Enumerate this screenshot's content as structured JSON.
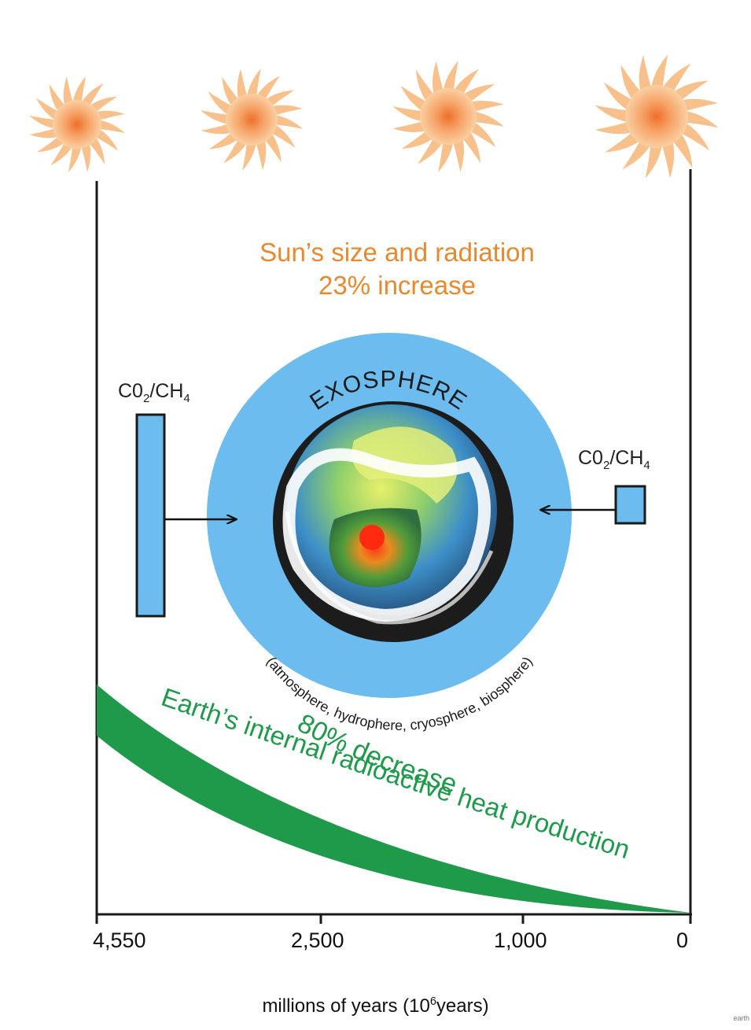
{
  "sun": {
    "caption_line1": "Sun’s size and radiation",
    "caption_line2": "23% increase",
    "color": "#e9892f"
  },
  "exosphere": {
    "title": "EXOSPHERE",
    "subtitle": "(atmosphere, hydrophere, cryosphere, biosphere)",
    "color": "#6cbcef"
  },
  "gases": {
    "left": {
      "main": "C0",
      "sub1": "2",
      "mid": "/CH",
      "sub2": "4"
    },
    "right": {
      "main": "C0",
      "sub1": "2",
      "mid": "/CH",
      "sub2": "4"
    },
    "box_color": "#6cbcef"
  },
  "heat": {
    "line1": "80% decrease",
    "line2": "Earth’s internal radioactive heat production",
    "color": "#1e9a4a"
  },
  "axis": {
    "ticks": [
      "4,550",
      "2,500",
      "1,000",
      "0"
    ],
    "label_prefix": "millions of years (10",
    "label_sup": "6",
    "label_suffix": "years)"
  },
  "credit": "earth"
}
